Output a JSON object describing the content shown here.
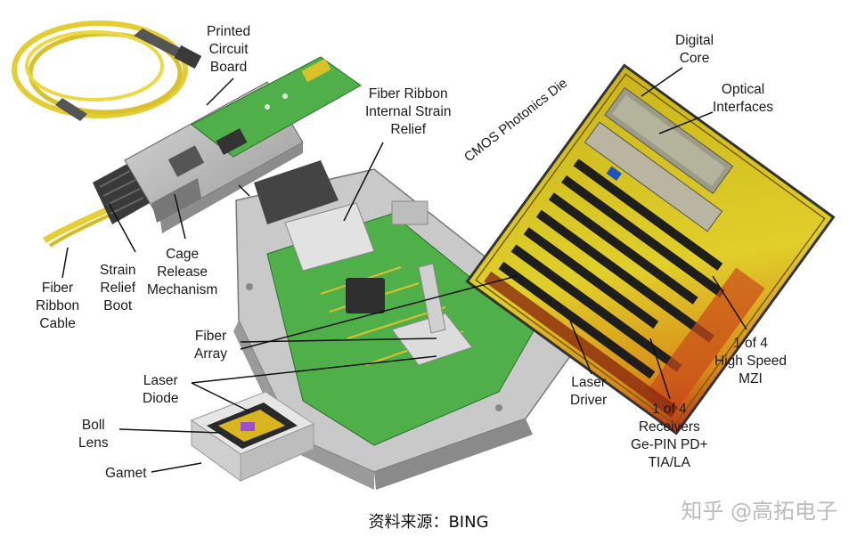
{
  "labels": {
    "pcb": "Printed\nCircuit\nBoard",
    "ribbon_relief": "Fiber Ribbon\nInternal Strain\nRelief",
    "cmos_die": "CMOS Photonics Die",
    "digital_core": "Digital\nCore",
    "optical_interfaces": "Optical\nInterfaces",
    "fiber_cable": "Fiber\nRibbon\nCable",
    "strain_boot": "Strain\nRelief\nBoot",
    "cage_release": "Cage\nRelease\nMechanism",
    "fiber_array": "Fiber\nArray",
    "laser_diode": "Laser\nDiode",
    "boll_lens": "Boll\nLens",
    "gamet": "Gamet",
    "laser_driver": "Laser\nDriver",
    "receivers": "1 of 4\nReceivers\nGe-PIN PD+\nTIA/LA",
    "mzi": "1 of 4\nHigh Speed\nMZI"
  },
  "caption": "资料来源：BING",
  "watermark": "知乎 @高拓电子",
  "colors": {
    "cable_yellow": "#e8d23a",
    "pcb_green": "#4fb04a",
    "die_yellow": "#d9c31a",
    "die_red": "#b8321a",
    "housing_gray": "#b8b8b8"
  }
}
